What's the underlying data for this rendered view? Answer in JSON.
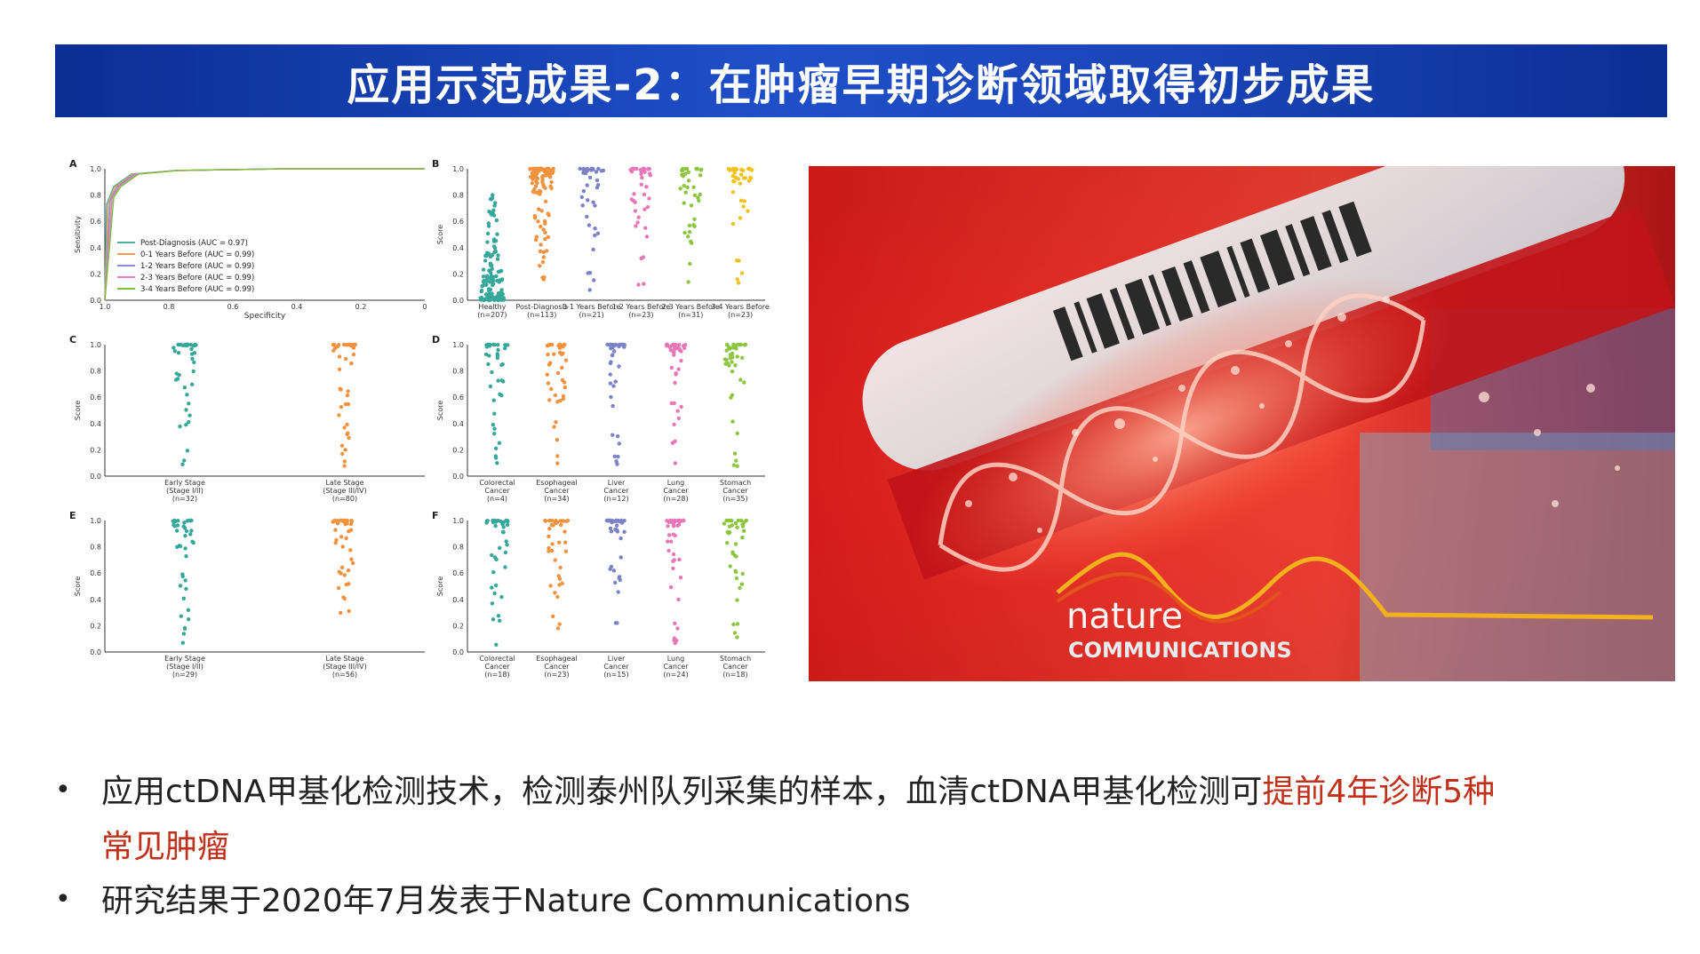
{
  "title": "应用示范成果-2：在肿瘤早期诊断领域取得初步成果",
  "figure": {
    "panel_a": {
      "letter": "A",
      "ylabel": "Sensitivity",
      "xlabel": "Specificity",
      "yticks": [
        "1.0",
        "0.8",
        "0.6",
        "0.4",
        "0.2",
        "0.0"
      ],
      "xticks": [
        "1.0",
        "0.8",
        "0.6",
        "0.4",
        "0.2",
        "0"
      ],
      "legend": [
        {
          "label": "Post-Diagnosis (AUC = 0.97)",
          "color": "#4fb0a0"
        },
        {
          "label": "0-1 Years Before (AUC = 0.99)",
          "color": "#f39b4e"
        },
        {
          "label": "1-2 Years Before (AUC = 0.99)",
          "color": "#8a8fd0"
        },
        {
          "label": "2-3 Years Before (AUC = 0.99)",
          "color": "#e77fc0"
        },
        {
          "label": "3-4 Years Before (AUC = 0.99)",
          "color": "#7fbf3f"
        }
      ]
    },
    "panel_b": {
      "letter": "B",
      "ylabel": "Score",
      "yticks": [
        "1.0",
        "0.8",
        "0.6",
        "0.4",
        "0.2",
        "0.0"
      ],
      "groups": [
        {
          "label": "Healthy",
          "n": "(n=207)",
          "color": "#35a89a"
        },
        {
          "label": "Post-Diagnosis",
          "n": "(n=113)",
          "color": "#f0923e"
        },
        {
          "label": "0-1 Years Before",
          "n": "(n=21)",
          "color": "#7c82c8"
        },
        {
          "label": "1-2 Years Before",
          "n": "(n=23)",
          "color": "#e677b8"
        },
        {
          "label": "2-3 Years Before",
          "n": "(n=31)",
          "color": "#8cc63f"
        },
        {
          "label": "3-4 Years Before",
          "n": "(n=23)",
          "color": "#f2c21a"
        }
      ]
    },
    "panel_c": {
      "letter": "C",
      "ylabel": "Score",
      "yticks": [
        "1.0",
        "0.8",
        "0.6",
        "0.4",
        "0.2",
        "0.0"
      ],
      "groups": [
        {
          "label": "Early Stage",
          "sub": "(Stage I/II)",
          "n": "(n=32)",
          "color": "#35a89a"
        },
        {
          "label": "Late Stage",
          "sub": "(Stage III/IV)",
          "n": "(n=80)",
          "color": "#f0923e"
        }
      ]
    },
    "panel_d": {
      "letter": "D",
      "ylabel": "Score",
      "yticks": [
        "1.0",
        "0.8",
        "0.6",
        "0.4",
        "0.2",
        "0.0"
      ],
      "groups": [
        {
          "label": "Colorectal",
          "sub": "Cancer",
          "n": "(n=4)",
          "color": "#35a89a"
        },
        {
          "label": "Esophageal",
          "sub": "Cancer",
          "n": "(n=34)",
          "color": "#f0923e"
        },
        {
          "label": "Liver",
          "sub": "Cancer",
          "n": "(n=12)",
          "color": "#7c82c8"
        },
        {
          "label": "Lung",
          "sub": "Cancer",
          "n": "(n=28)",
          "color": "#e677b8"
        },
        {
          "label": "Stomach",
          "sub": "Cancer",
          "n": "(n=35)",
          "color": "#8cc63f"
        }
      ]
    },
    "panel_e": {
      "letter": "E",
      "ylabel": "Score",
      "yticks": [
        "1.0",
        "0.8",
        "0.6",
        "0.4",
        "0.2",
        "0.0"
      ],
      "groups": [
        {
          "label": "Early Stage",
          "sub": "(Stage I/II)",
          "n": "(n=29)",
          "color": "#35a89a"
        },
        {
          "label": "Late Stage",
          "sub": "(Stage III/IV)",
          "n": "(n=56)",
          "color": "#f0923e"
        }
      ]
    },
    "panel_f": {
      "letter": "F",
      "ylabel": "Score",
      "yticks": [
        "1.0",
        "0.8",
        "0.6",
        "0.4",
        "0.2",
        "0.0"
      ],
      "groups": [
        {
          "label": "Colorectal",
          "sub": "Cancer",
          "n": "(n=18)",
          "color": "#35a89a"
        },
        {
          "label": "Esophageal",
          "sub": "Cancer",
          "n": "(n=23)",
          "color": "#f0923e"
        },
        {
          "label": "Liver",
          "sub": "Cancer",
          "n": "(n=15)",
          "color": "#7c82c8"
        },
        {
          "label": "Lung",
          "sub": "Cancer",
          "n": "(n=24)",
          "color": "#e677b8"
        },
        {
          "label": "Stomach",
          "sub": "Cancer",
          "n": "(n=18)",
          "color": "#8cc63f"
        }
      ]
    }
  },
  "photo": {
    "logo_word": "nature",
    "logo_sub": "COMMUNICATIONS"
  },
  "bullets": [
    {
      "line1": "应用ctDNA甲基化检测技术，检测泰州队列采集的样本，血清ctDNA甲基化检测可",
      "highlight1": "提前4年诊断5种",
      "highlight2": "常见肿瘤"
    },
    {
      "text": "研究结果于2020年7月发表于Nature Communications"
    }
  ],
  "colors": {
    "banner": "#1f4fc9",
    "highlight": "#c0301a"
  }
}
